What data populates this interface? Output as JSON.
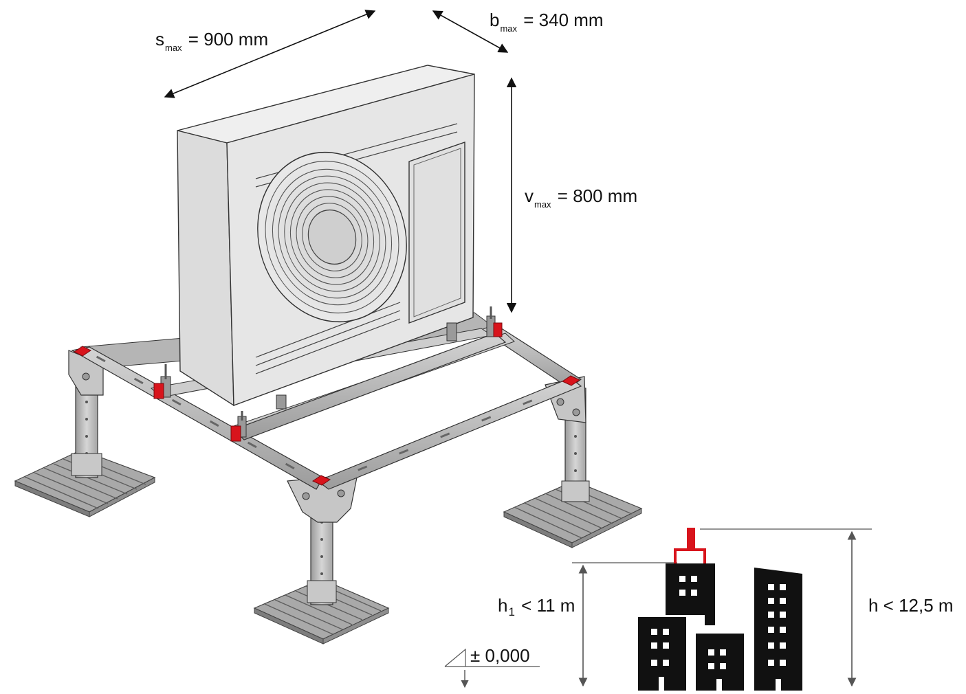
{
  "dimensions": {
    "s": {
      "symbol": "s",
      "subscript": "max",
      "rest": " = 900 mm"
    },
    "b": {
      "symbol": "b",
      "subscript": "max",
      "rest": " = 340 mm"
    },
    "v": {
      "symbol": "v",
      "subscript": "max",
      "rest": " = 800 mm"
    }
  },
  "heights": {
    "h1": {
      "symbol": "h",
      "subscript": "1",
      "rest": " < 11 m"
    },
    "h": {
      "text": "h < 12,5 m"
    },
    "level": {
      "text": "± 0,000"
    }
  },
  "colors": {
    "accent_red": "#d8141c",
    "unit_body": "#e3e3e3",
    "frame_steel": "#bcbcbc",
    "building": "#111111",
    "dimension_line": "#555555"
  },
  "icons": [
    "heat-pump-unit",
    "mounting-frame",
    "rubber-foot-pad",
    "building-skyline",
    "level-marker-icon"
  ]
}
